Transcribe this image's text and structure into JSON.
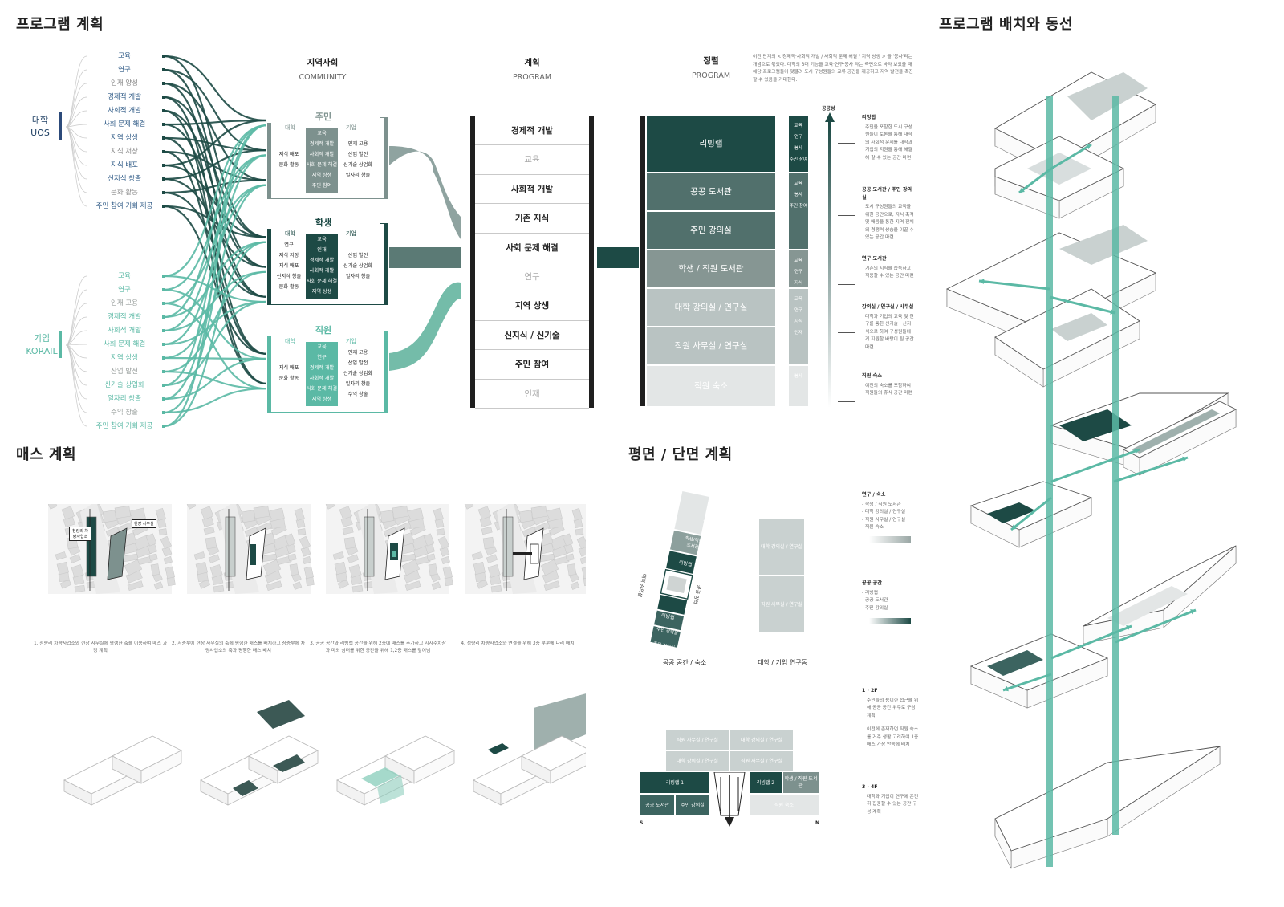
{
  "sections": {
    "program_plan": "프로그램 계획",
    "layout_flow": "프로그램 배치와 동선",
    "mass_plan": "매스 계획",
    "plan_section": "평면 / 단면 계획"
  },
  "left_groups": [
    {
      "name": "대학",
      "sub": "UOS",
      "items": [
        "교육",
        "연구",
        "인재 양성",
        "경제적 개발",
        "사회적 개발",
        "사회 문제 해결",
        "지역 상생",
        "지식 저장",
        "지식 배포",
        "신지식 창출",
        "문화 활동",
        "주민 참여 기회 제공"
      ]
    },
    {
      "name": "기업",
      "sub": "KORAIL",
      "items": [
        "교육",
        "연구",
        "인재 고용",
        "경제적 개발",
        "사회적 개발",
        "사회 문제 해결",
        "지역 상생",
        "산업 발전",
        "신기술 상업화",
        "일자리 창출",
        "수익 창출",
        "주민 참여 기회 제공"
      ]
    }
  ],
  "columns": {
    "community": {
      "title": "지역사회",
      "sub": "COMMUNITY"
    },
    "plan": {
      "title": "계획",
      "sub": "PROGRAM"
    },
    "sort": {
      "title": "정렬",
      "sub": "PROGRAM"
    }
  },
  "community_boxes": [
    {
      "title": "주민",
      "left_label": "대학",
      "right_label": "기업",
      "left": [
        "지식 배포",
        "문화 활동"
      ],
      "mid": [
        "교육",
        "경제적 개발",
        "사회적 개발",
        "사회 문제 해결",
        "지역 상생",
        "주민 참여"
      ],
      "right": [
        "인재 고용",
        "산업 발전",
        "신기술 상업화",
        "일자리 창출"
      ]
    },
    {
      "title": "학생",
      "left_label": "대학",
      "right_label": "기업",
      "left": [
        "연구",
        "지식 저장",
        "지식 배포",
        "신지식 창출",
        "문화 활동"
      ],
      "mid": [
        "교육",
        "인재",
        "경제적 개발",
        "사회적 개발",
        "사회 문제 해결",
        "지역 상생"
      ],
      "right": [
        "산업 발전",
        "신기술 상업화",
        "일자리 창출"
      ]
    },
    {
      "title": "직원",
      "left_label": "대학",
      "right_label": "기업",
      "left": [
        "지식 배포",
        "문화 활동"
      ],
      "mid": [
        "교육",
        "연구",
        "경제적 개발",
        "사회적 개발",
        "사회 문제 해결",
        "지역 상생"
      ],
      "right": [
        "인재 고용",
        "산업 발전",
        "신기술 상업화",
        "일자리 창출",
        "수익 창출"
      ]
    }
  ],
  "plan_items": [
    "경제적 개발",
    "교육",
    "사회적 개발",
    "기존 지식",
    "사회 문제 해결",
    "연구",
    "지역 상생",
    "신지식 / 신기술",
    "주민 참여",
    "인재"
  ],
  "sort_blocks": [
    "리빙랩",
    "공공 도서관",
    "주민 강의실",
    "학생 / 직원 도서관",
    "대학 강의실 / 연구실",
    "직원 사무실 / 연구실",
    "직원 숙소"
  ],
  "sort_tags": [
    [
      "교육",
      "연구",
      "봉사",
      "주민 참여"
    ],
    [
      "교육",
      "봉사",
      "주민 참여"
    ],
    [
      "교육",
      "연구",
      "지식"
    ],
    [
      "교육",
      "연구",
      "지식",
      "인재"
    ],
    [
      "봉사"
    ]
  ],
  "intro_text": "이전 단계의 < 경제적·사회적 개발 / 사회적 문제 해결 / 지역 상생 > 을 '봉사'라는 개념으로 묶었다. 대학의 3대 기능을 교육·연구·봉사 라는 측면으로 바라 보았을 때 해당 프로그램들이 맞물려 도시 구성원들의 교류 공간을 제공하고 지역 발전을 촉진할 수 있음을 기대한다.",
  "axis_label": "공공성",
  "notes": [
    {
      "title": "리빙랩",
      "text": "주민을 포함한 도시 구성원들이 토론을 통해 대학의 사회적 문제를 대학과 기업의 지원을 통해 해결해 갈 수 있는 공간 마련"
    },
    {
      "title": "공공 도서관 / 주민 강의실",
      "text": "도시 구성원들의 교육을 위한 공간으로, 지식 축적 및 배움을 통한 지역 전체의 경쟁력 상승을 이끌 수 있는 공간 마련"
    },
    {
      "title": "연구 도서관",
      "text": "기존의 지식을 습득하고 적용할 수 있는 공간 마련"
    },
    {
      "title": "강의실 / 연구실 / 사무실",
      "text": "대학과 기업의 교육 및 연구를 통한 신기술 · 신지식으로 하여 구성원들에게 지원할 바탕이 될 공간 마련"
    },
    {
      "title": "직원 숙소",
      "text": "이전의 숙소를 포함하여 직원들의 휴식 공간 마련"
    }
  ],
  "mass_captions": [
    "1. 청량리 차량사업소와 현장 사무실에 평행한 축을 이용하여 매스 과정 계획",
    "2. 저층부에 현장 사무실의 축에 평행한 매스를 배치하고 상층부에 차량사업소의 축과 평행한 매스 배치",
    "3. 공공 공간과 리빙랩 공간을 위해 2층에 매스를 추가하고 지자주차장과 마외 쉼터를 위한 공간을 위해 1,2층 매스를 덮어냄",
    "4. 청량리 차량사업소와 연결을 위해 3층 부분에 다리 배치"
  ],
  "map_labels": [
    "청량리 차량사업소",
    "현장 사무실"
  ],
  "section_labels": {
    "public": "공공 공간 / 숙소",
    "univ": "대학 / 기업 연구동",
    "strip": [
      "직원 숙소",
      "학생/직원 도서관",
      "리빙랩",
      "리빙랩",
      "주민 강의실",
      "주민 강의실"
    ],
    "strip_side": [
      "대학 강의실",
      "공공 강의"
    ],
    "univ_blocks": [
      "대학 강의실 / 연구실",
      "직원 사무실 / 연구실"
    ]
  },
  "floor_plan": {
    "top": [
      "직원 사무실 / 연구실",
      "대학 강의실 / 연구실",
      "대학 강의실 / 연구실",
      "직원 사무실 / 연구실"
    ],
    "bottom_left": [
      "리빙랩 1",
      "공공 도서관",
      "주민 강의실"
    ],
    "bottom_right": [
      "리빙랩 2",
      "학생 / 직원 도서관",
      "직원 숙소"
    ],
    "s": "S",
    "n": "N"
  },
  "legend": [
    {
      "title": "연구 / 숙소",
      "items": [
        "- 학생 / 직원 도서관",
        "- 대학 강의실 / 연구실",
        "- 직원 사무실 / 연구실",
        "- 직원 숙소"
      ]
    },
    {
      "title": "공공 공간",
      "items": [
        "- 리빙랩",
        "- 공공 도서관",
        "- 주민 강의실"
      ]
    },
    {
      "title": "1 · 2F",
      "items": [
        "주민들의 용이한 접근을 위해 공공 공간 위주로 구성 계획",
        "",
        "이전에 존재하던 직원 숙소를 거주 생활 고려하여 1층 매스 가장 안쪽에 배치"
      ]
    },
    {
      "title": "3 · 4F",
      "items": [
        "대학과 기업이 연구에 온전히 집중할 수 있는 공간 구성 계획"
      ]
    }
  ],
  "colors": {
    "dark": "#1d4a45",
    "teal": "#5bb9a5",
    "navy": "#2c4a7a",
    "gray": "#d8dede"
  }
}
